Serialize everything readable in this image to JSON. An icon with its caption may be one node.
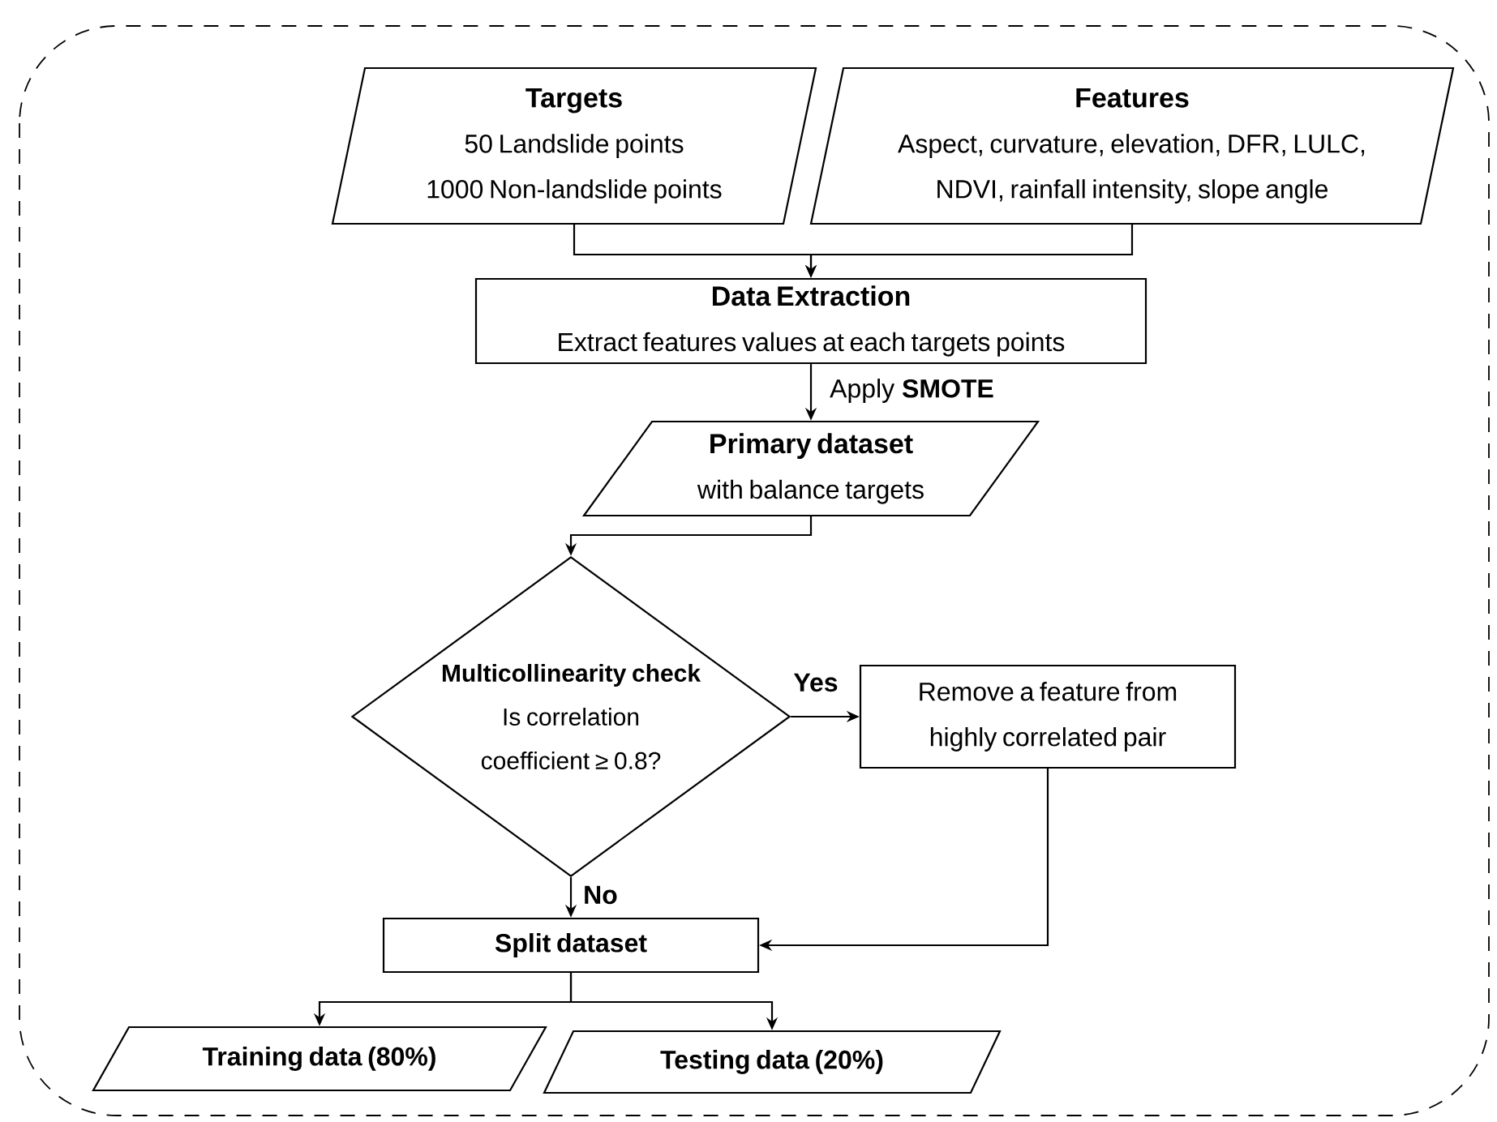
{
  "diagram": {
    "nodes": [
      {
        "text": [
          "Targets",
          "50 Landslide points",
          "1000 Non-landslide points"
        ]
      },
      {
        "text": [
          "Features",
          "Aspect, curvature, elevation, DFR, LULC, NDVI, rainfall intensity, slope angle"
        ]
      },
      {
        "text": [
          "Data Extraction",
          "Extract features values at each targets points"
        ]
      },
      {
        "text": [
          "Primary dataset",
          "with balance targets"
        ]
      },
      {
        "text": [
          "Multicollinearity check",
          "Is correlation coefficient ≥ 0.8?"
        ]
      },
      {
        "text": [
          "Remove a feature from highly correlated pair"
        ]
      },
      {
        "text": [
          "Split dataset"
        ]
      },
      {
        "text": [
          "Training data (80%)"
        ]
      },
      {
        "text": [
          "Testing data (20%)"
        ]
      }
    ],
    "edges": [
      {
        "from": 0,
        "to": 2,
        "arrow": "to"
      },
      {
        "from": 1,
        "to": 2,
        "arrow": "to"
      },
      {
        "from": 2,
        "to": 3,
        "arrow": "to",
        "label": "Apply **SMOTE**"
      },
      {
        "from": 3,
        "to": 4,
        "arrow": "to"
      },
      {
        "from": 4,
        "to": 5,
        "arrow": "to",
        "label": "Yes"
      },
      {
        "from": 4,
        "to": 6,
        "arrow": "to",
        "label": "No"
      },
      {
        "from": 5,
        "to": 6,
        "arrow": "to"
      },
      {
        "from": 6,
        "to": 7,
        "arrow": "to"
      },
      {
        "from": 6,
        "to": 8,
        "arrow": "to"
      }
    ]
  }
}
